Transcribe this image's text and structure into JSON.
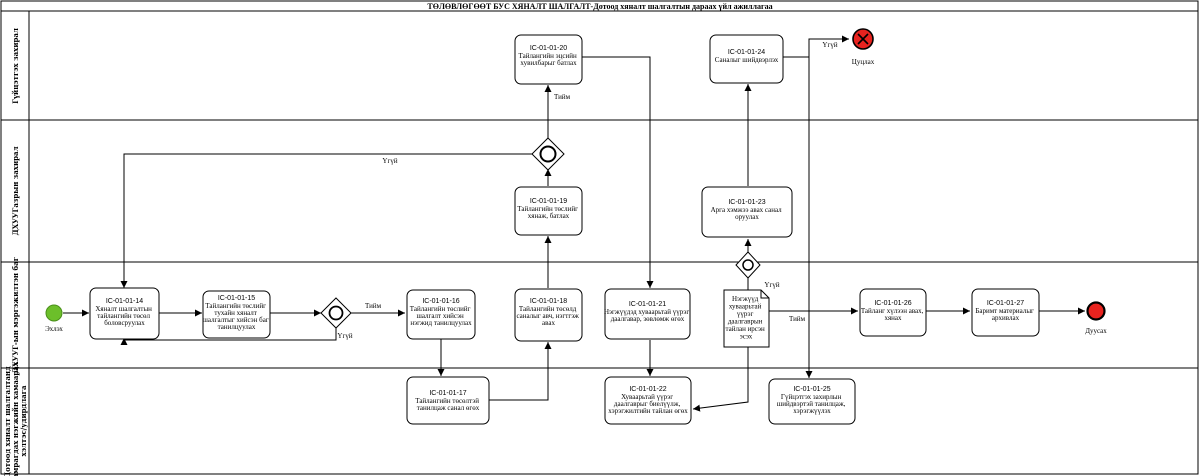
{
  "title": "ТӨЛӨВЛӨГӨӨТ БУС ХЯНАЛТ ШАЛГАЛТ-Дотоод хяналт шалгалтын дараах үйл ажиллагаа",
  "lanes": [
    {
      "id": "l1",
      "label": "Гүйцэтгэх захирал"
    },
    {
      "id": "l2",
      "label": "ДХУУГазрын захирал"
    },
    {
      "id": "l3",
      "label": "ДХУУГ-ын мэргэжилтэн баг"
    },
    {
      "id": "l4",
      "label_lines": [
        "Дотоод хяналт шалгалтанд",
        "хамрагдах нэгжийн хамаарах",
        "хэлтэс/удирдлага"
      ]
    }
  ],
  "tasks": [
    {
      "id": "t14",
      "code": "IC-01-01-14",
      "lines": [
        "Хяналт шалгалтын",
        "тайлангийн төсөл",
        "боловсруулах"
      ]
    },
    {
      "id": "t15",
      "code": "IC-01-01-15",
      "lines": [
        "Тайлангийн төслийг",
        "тухайн хяналт",
        "шалгалтыг хийсэн баг",
        "танилцуулах"
      ]
    },
    {
      "id": "t16",
      "code": "IC-01-01-16",
      "lines": [
        "Тайлангийн төслийг",
        "шалгалт хийсэн",
        "нэгжид танилцуулах"
      ]
    },
    {
      "id": "t17",
      "code": "IC-01-01-17",
      "lines": [
        "Тайлангийн төсөлтэй",
        "танилцаж санал өгөх"
      ]
    },
    {
      "id": "t18",
      "code": "IC-01-01-18",
      "lines": [
        "Тайлангийн төсөлд",
        "саналыг авч, нэгтгэж",
        "авах"
      ]
    },
    {
      "id": "t19",
      "code": "IC-01-01-19",
      "lines": [
        "Тайлангийн төслийг",
        "хянаж, батлах"
      ]
    },
    {
      "id": "t20",
      "code": "IC-01-01-20",
      "lines": [
        "Тайлангийн эцсийн",
        "хувилбарыг батлах"
      ]
    },
    {
      "id": "t21",
      "code": "IC-01-01-21",
      "lines": [
        "Нэгжүүдэд хуваарьтай үүрэг",
        "даалгавар, зөвлөмж өгөх"
      ]
    },
    {
      "id": "t22",
      "code": "IC-01-01-22",
      "lines": [
        "Хуваарьтай үүрэг",
        "даалгаврыг биелүүлж,",
        "хэрэгжилтийн тайлан өгөх"
      ]
    },
    {
      "id": "t23",
      "code": "IC-01-01-23",
      "lines": [
        "Арга хэмжээ авах санал",
        "оруулах"
      ]
    },
    {
      "id": "t24",
      "code": "IC-01-01-24",
      "lines": [
        "Саналыг шийдвэрлэх"
      ]
    },
    {
      "id": "t25",
      "code": "IC-01-01-25",
      "lines": [
        "Гүйцэтгэх захирлын",
        "шийдвэртэй танилцаж,",
        "хэрэгжүүлэх"
      ]
    },
    {
      "id": "t26",
      "code": "IC-01-01-26",
      "lines": [
        "Тайланг хүлээн авах,",
        "хянах"
      ]
    },
    {
      "id": "t27",
      "code": "IC-01-01-27",
      "lines": [
        "Баримт материалыг",
        "архивлах"
      ]
    }
  ],
  "note": {
    "lines": [
      "Нэгжүүд",
      "хуваарьтай",
      "үүрэг",
      "даалгаврын",
      "тайлан ирсэн",
      "эсэх"
    ]
  },
  "events": {
    "start": "Эхлэх",
    "end": "Дуусах",
    "terminate": "Цуцлах"
  },
  "edge_labels": {
    "g15_yes": "Тийм",
    "g15_no": "Үгүй",
    "g19_yes": "Тийм",
    "g19_no": "Үгүй",
    "g21_no": "Үгүй",
    "note_yes": "Тийм",
    "t24_no": "Үгүй"
  },
  "colors": {
    "start": "#6cbf2a",
    "end": "#e8231f",
    "stroke": "#000000",
    "background": "#ffffff"
  }
}
